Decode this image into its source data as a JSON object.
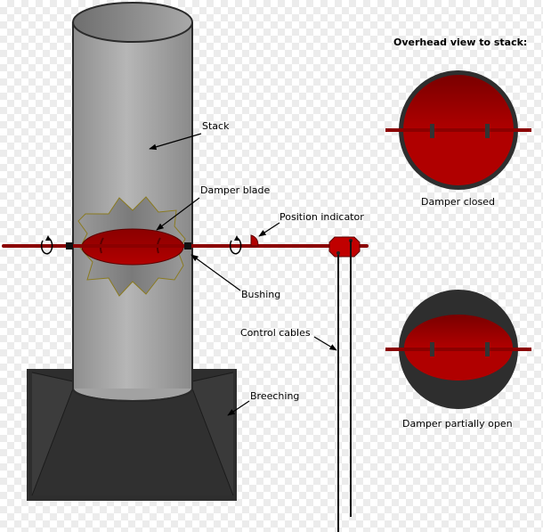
{
  "overhead_title": "Overhead view to stack:",
  "labels": {
    "stack": "Stack",
    "damper_blade": "Damper blade",
    "position_indicator": "Position indicator",
    "bushing": "Bushing",
    "control_cables": "Control cables",
    "breeching": "Breeching",
    "damper_closed": "Damper closed",
    "damper_partially_open": "Damper partially open"
  },
  "colors": {
    "rod": "#8b0000",
    "blade": "#b00000",
    "breeching": "#2e2e2e",
    "stack_light": "#b4b4b4",
    "stack_dark": "#888888"
  }
}
